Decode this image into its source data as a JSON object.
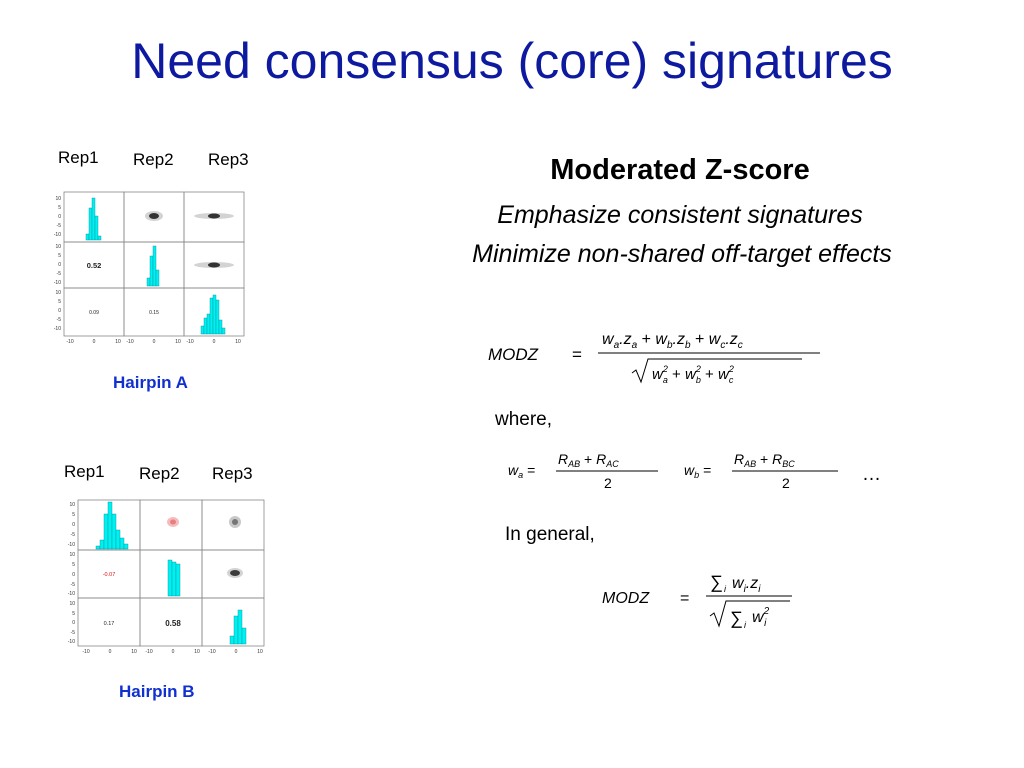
{
  "slide": {
    "title": "Need consensus (core) signatures"
  },
  "hairpin_a": {
    "rep_labels": [
      "Rep1",
      "Rep2",
      "Rep3"
    ],
    "caption": "Hairpin A",
    "correlations": {
      "r21": "0.52",
      "r31": "0.09",
      "r32": "0.15"
    },
    "y_ticks": [
      "10",
      "5",
      "0",
      "-5",
      "-10"
    ],
    "x_ticks": [
      "-10",
      "0",
      "10"
    ],
    "hist_color": "#00f0f0"
  },
  "hairpin_b": {
    "rep_labels": [
      "Rep1",
      "Rep2",
      "Rep3"
    ],
    "caption": "Hairpin B",
    "correlations": {
      "r21": "-0.07",
      "r31": "0.17",
      "r32": "0.58"
    },
    "y_ticks": [
      "10",
      "5",
      "0",
      "-5",
      "-10"
    ],
    "x_ticks": [
      "-10",
      "0",
      "10"
    ],
    "hist_color": "#00f0f0",
    "negative_color": "#e01010"
  },
  "right": {
    "heading": "Moderated Z-score",
    "line1": "Emphasize consistent signatures",
    "line2": "Minimize non-shared off-target effects",
    "where": "where,",
    "in_general": "In general,",
    "ellipsis": "…"
  }
}
